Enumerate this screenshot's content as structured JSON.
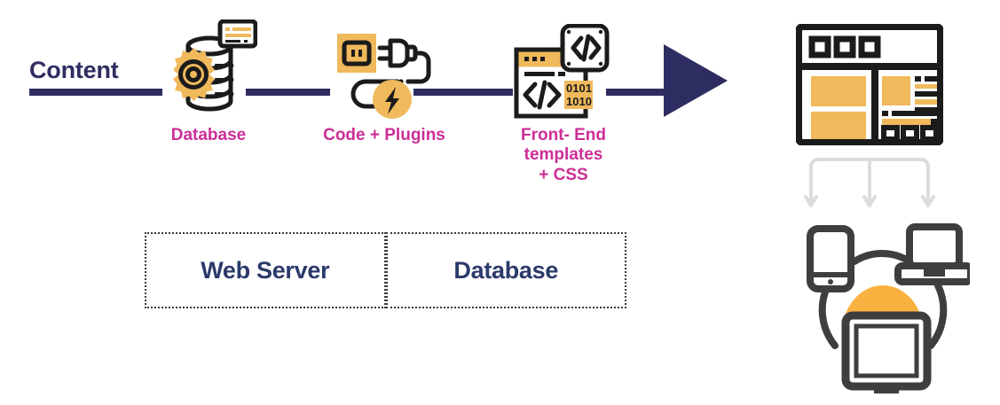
{
  "diagram": {
    "title_label": "Content",
    "accent_navy": "#2e2d62",
    "accent_pink": "#cc2e96",
    "accent_orange": "#efb košik"
  },
  "flow": {
    "start_label": "Content",
    "steps": [
      {
        "key": "database",
        "caption": "Database",
        "icon": "database-gear-icon"
      },
      {
        "key": "code",
        "caption": "Code + Plugins",
        "icon": "plug-socket-icon"
      },
      {
        "key": "frontend",
        "caption": "Front- End\ntemplates\n+ CSS",
        "icon": "code-window-icon"
      }
    ],
    "arrow": "arrow-right-icon"
  },
  "tiers": {
    "items": [
      {
        "label": "Web Server"
      },
      {
        "label": "Database"
      }
    ]
  },
  "output": {
    "browser_icon": "browser-layout-icon",
    "fork_icon": "three-way-arrow-icon",
    "devices_icon": "multi-device-icon"
  },
  "colors": {
    "navy": "#2e2d62",
    "pink": "#cc2e96",
    "orange": "#efb95c",
    "dark": "#1b1b1b",
    "tier_text": "#2b3a6b",
    "light_gray": "#dcdcdc",
    "device_dark": "#3e3e3e"
  }
}
